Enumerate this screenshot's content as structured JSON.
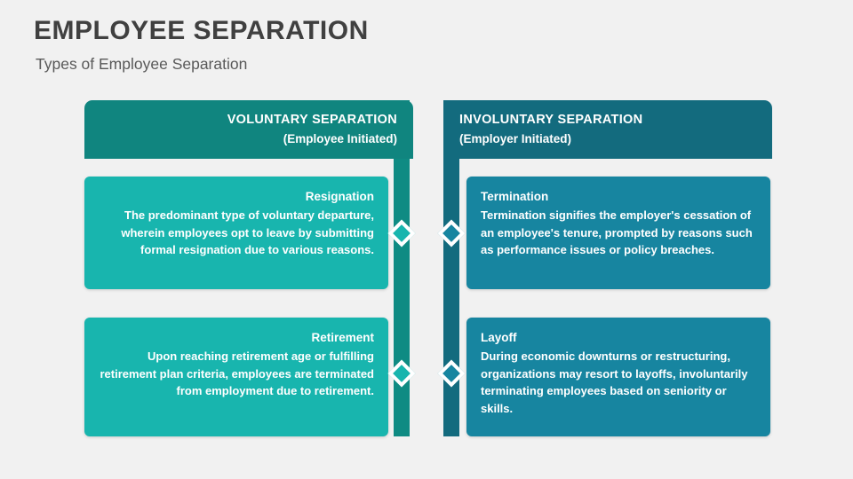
{
  "slide": {
    "title": "EMPLOYEE SEPARATION",
    "subtitle": "Types of Employee Separation",
    "background_color": "#f1f1f1",
    "title_color": "#404040",
    "subtitle_color": "#595959"
  },
  "columns": [
    {
      "id": "voluntary",
      "banner_title": "VOLUNTARY SEPARATION",
      "banner_subtitle": "(Employee Initiated)",
      "banner_color": "#10857f",
      "spine_color": "#0f8b83",
      "card_color": "#18b5ae",
      "align": "right",
      "cards": [
        {
          "title": "Resignation",
          "body": "The predominant type of voluntary departure, wherein employees opt to leave by submitting formal resignation due to various reasons."
        },
        {
          "title": "Retirement",
          "body": "Upon reaching retirement age or fulfilling retirement plan criteria, employees are terminated from employment due to retirement."
        }
      ]
    },
    {
      "id": "involuntary",
      "banner_title": "INVOLUNTARY SEPARATION",
      "banner_subtitle": "(Employer Initiated)",
      "banner_color": "#136b7e",
      "spine_color": "#136b7e",
      "card_color": "#1785a0",
      "align": "left",
      "cards": [
        {
          "title": "Termination",
          "body": "Termination signifies the employer's cessation of an employee's tenure, prompted by reasons such as performance issues or policy breaches."
        },
        {
          "title": "Layoff",
          "body": "During economic downturns or restructuring, organizations may resort to layoffs, involuntarily terminating employees based on seniority or skills."
        }
      ]
    }
  ]
}
